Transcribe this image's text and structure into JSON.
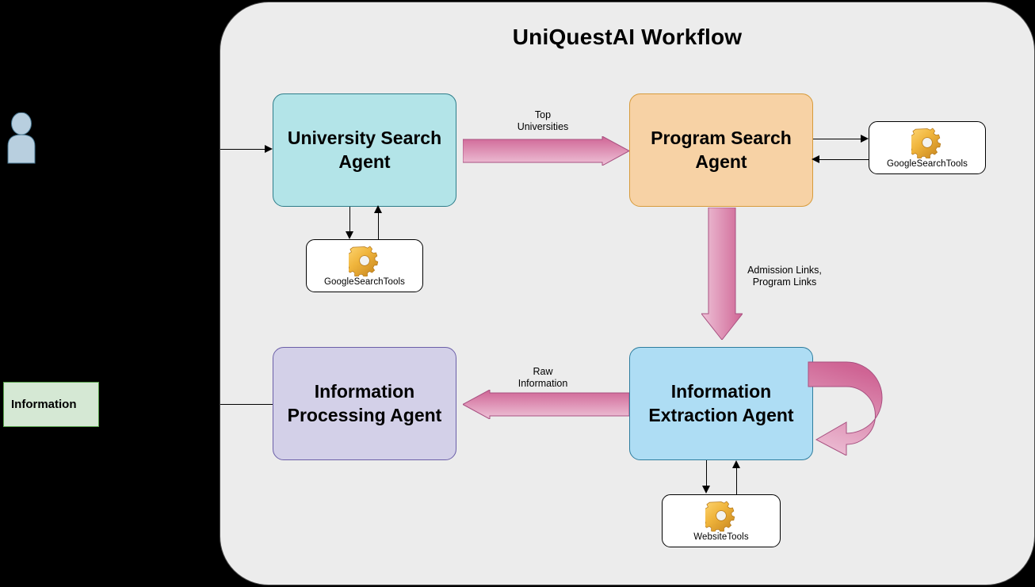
{
  "diagram": {
    "title": "UniQuestAI Workflow",
    "background_color": "#000000",
    "panel_color": "#ececec"
  },
  "external": {
    "actor": {
      "name": "user-actor",
      "color": "#b8cfdf"
    },
    "information_box": {
      "label": "Information",
      "fill": "#d5e8d4",
      "stroke": "#56a04a"
    }
  },
  "agents": [
    {
      "id": "university-search-agent",
      "label": "University Search\nAgent",
      "fill": "#b3e4e8",
      "stroke": "#2e7d8a"
    },
    {
      "id": "program-search-agent",
      "label": "Program Search\nAgent",
      "fill": "#f7d2a5",
      "stroke": "#d79b3c"
    },
    {
      "id": "information-extraction-agent",
      "label": "Information\nExtraction Agent",
      "fill": "#aeddf4",
      "stroke": "#2e7d9e"
    },
    {
      "id": "information-processing-agent",
      "label": "Information\nProcessing Agent",
      "fill": "#d3d0e8",
      "stroke": "#6b5fa8"
    }
  ],
  "tools": [
    {
      "id": "googlesearchtools-university",
      "label": "GoogleSearchTools",
      "icon": "gear-icon"
    },
    {
      "id": "googlesearchtools-program",
      "label": "GoogleSearchTools",
      "icon": "gear-icon"
    },
    {
      "id": "websitetools-extraction",
      "label": "WebsiteTools",
      "icon": "gear-icon"
    }
  ],
  "edges": [
    {
      "id": "top-universities",
      "label": "Top\nUniversities",
      "from": "university-search-agent",
      "to": "program-search-agent",
      "style": "block-arrow",
      "color": "#d9679b"
    },
    {
      "id": "admission-links",
      "label": "Admission Links,\nProgram Links",
      "from": "program-search-agent",
      "to": "information-extraction-agent",
      "style": "block-arrow",
      "color": "#d9679b"
    },
    {
      "id": "raw-information",
      "label": "Raw\nInformation",
      "from": "information-extraction-agent",
      "to": "information-processing-agent",
      "style": "block-arrow",
      "color": "#d9679b"
    },
    {
      "id": "extraction-self-loop",
      "label": "",
      "from": "information-extraction-agent",
      "to": "information-extraction-agent",
      "style": "curved-block-arrow",
      "color": "#d9679b"
    }
  ],
  "labels": {
    "top_universities": "Top\nUniversities",
    "admission_links": "Admission Links,\nProgram Links",
    "raw_information": "Raw\nInformation"
  }
}
